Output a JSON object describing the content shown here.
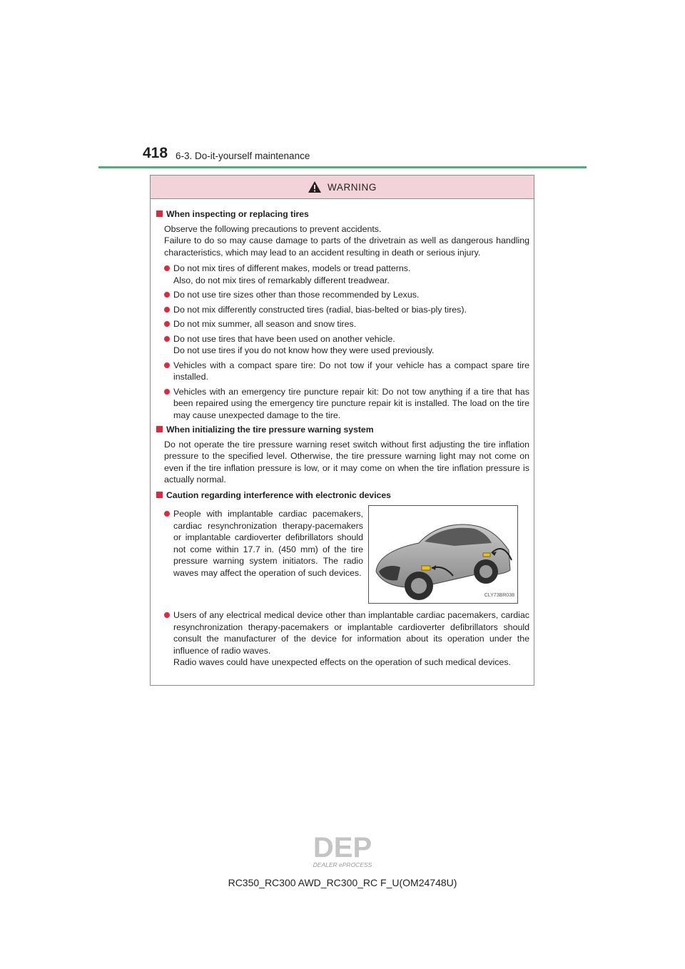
{
  "header": {
    "page_number": "418",
    "section": "6-3. Do-it-yourself maintenance"
  },
  "warning": {
    "title": "WARNING",
    "icon": "warning-triangle-icon",
    "sections": [
      {
        "heading": "When inspecting or replacing tires",
        "paragraphs": [
          "Observe the following precautions to prevent accidents.",
          "Failure to do so may cause damage to parts of the drivetrain as well as dangerous handling characteristics, which may lead to an accident resulting in death or serious injury."
        ],
        "bullets": [
          "Do not mix tires of different makes, models or tread patterns.\nAlso, do not mix tires of remarkably different treadwear.",
          "Do not use tire sizes other than those recommended by Lexus.",
          "Do not mix differently constructed tires (radial, bias-belted or bias-ply tires).",
          "Do not mix summer, all season and snow tires.",
          "Do not use tires that have been used on another vehicle.\nDo not use tires if you do not know how they were used previously.",
          "Vehicles with a compact spare tire: Do not tow if your vehicle has a compact spare tire installed.",
          "Vehicles with an emergency tire puncture repair kit: Do not tow anything if a tire that has been repaired using the emergency tire puncture repair kit is installed. The load on the tire may cause unexpected damage to the tire."
        ]
      },
      {
        "heading": "When initializing the tire pressure warning system",
        "paragraphs": [
          "Do not operate the tire pressure warning reset switch without first adjusting the tire inflation pressure to the specified level. Otherwise, the tire pressure warning light may not come on even if the tire inflation pressure is low, or it may come on when the tire inflation pressure is actually normal."
        ]
      },
      {
        "heading": "Caution regarding interference with electronic devices",
        "bullet_with_figure": "People with implantable cardiac pacemakers, cardiac resynchronization therapy-pacemakers or implantable cardioverter defibrillators should not come within 17.7 in. (450 mm) of the tire pressure warning system initiators. The radio waves may affect the operation of such devices.",
        "figure_code": "CLY73BR038",
        "bullets": [
          "Users of any electrical medical device other than implantable cardiac pacemakers, cardiac resynchronization therapy-pacemakers or implantable cardioverter defibrillators should consult the manufacturer of the device for information about its operation under the influence of radio waves.\nRadio waves could have unexpected effects on the operation of such medical devices."
        ]
      }
    ]
  },
  "footer": {
    "logo_text": "DEP",
    "logo_subtext": "DEALER ePROCESS",
    "model": "RC350_RC300 AWD_RC300_RC F_U(OM24748U)"
  },
  "colors": {
    "accent_green": "#4cb07a",
    "warning_pink": "#f2d3d9",
    "bullet_red": "#e0283c"
  }
}
